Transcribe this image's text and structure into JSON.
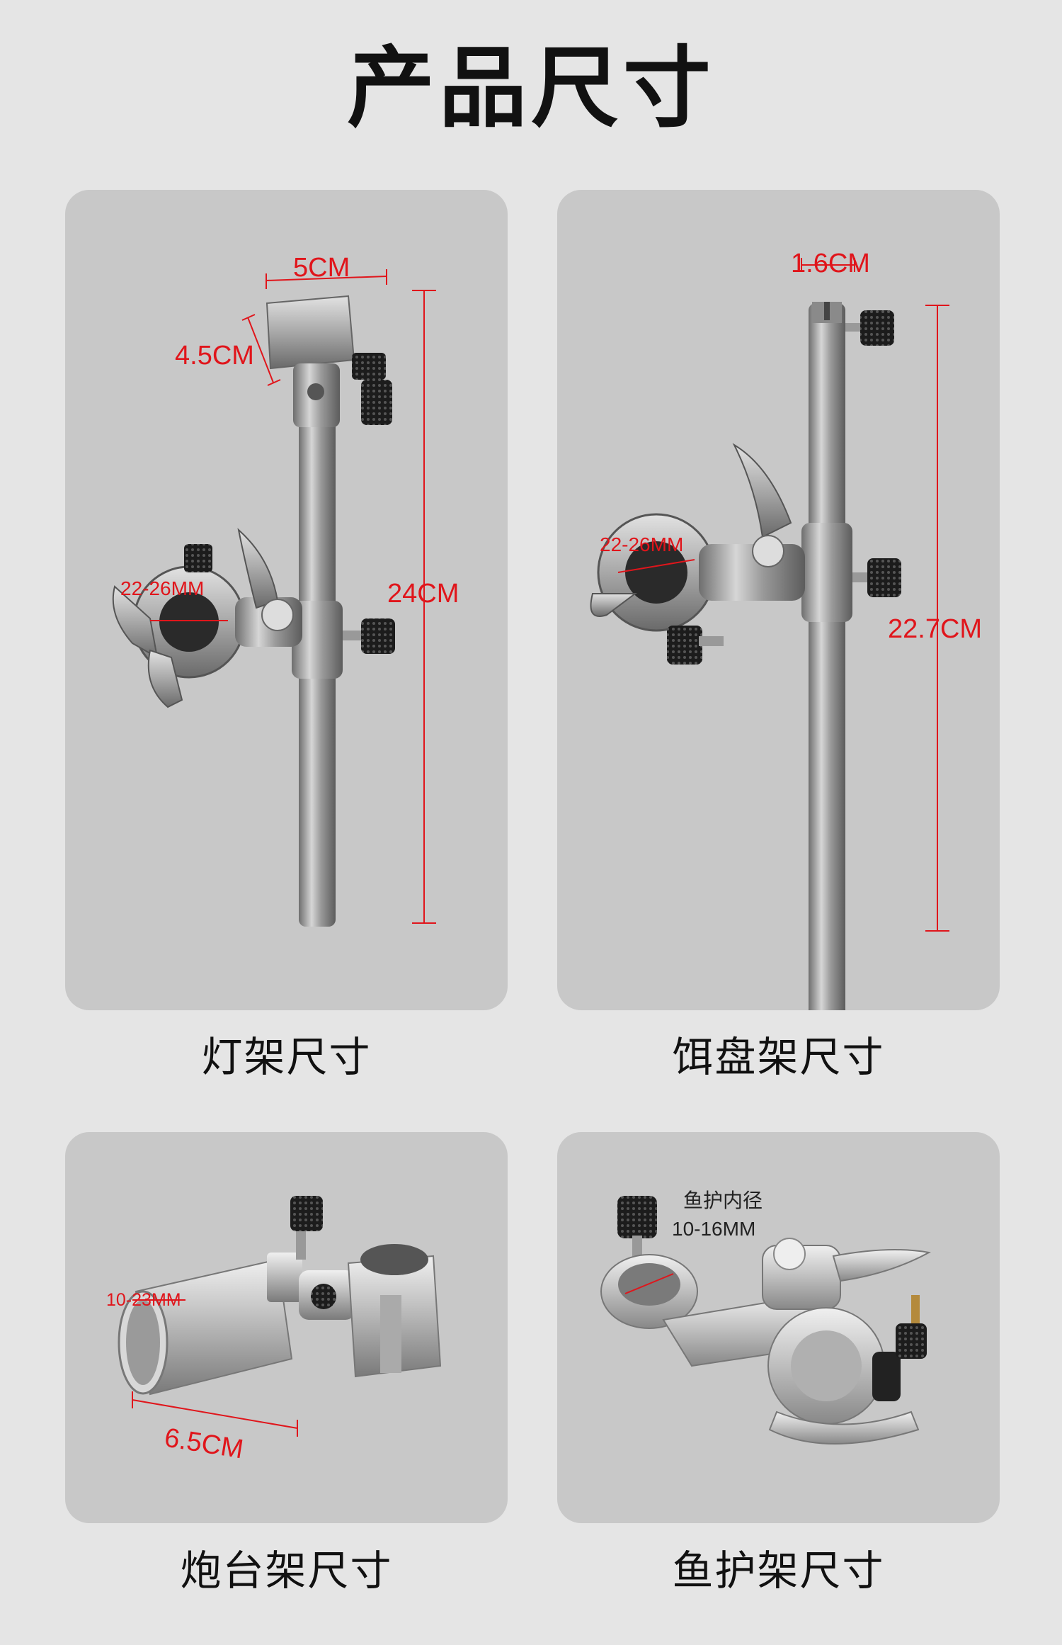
{
  "page": {
    "title": "产品尺寸"
  },
  "cards": [
    {
      "caption": "灯架尺寸",
      "labels": {
        "width": "5CM",
        "depth": "4.5CM",
        "clamp": "22-26MM",
        "height": "24CM"
      }
    },
    {
      "caption": "饵盘架尺寸",
      "labels": {
        "top": "1.6CM",
        "clamp": "22-26MM",
        "height": "22.7CM"
      }
    },
    {
      "caption": "炮台架尺寸",
      "labels": {
        "bore": "10-23MM",
        "length": "6.5CM"
      }
    },
    {
      "caption": "鱼护架尺寸",
      "labels": {
        "inner_title": "鱼护内径",
        "inner": "10-16MM"
      }
    }
  ],
  "colors": {
    "accent": "#e0151b",
    "card": "#c8c8c8",
    "background": "#e5e5e5"
  }
}
